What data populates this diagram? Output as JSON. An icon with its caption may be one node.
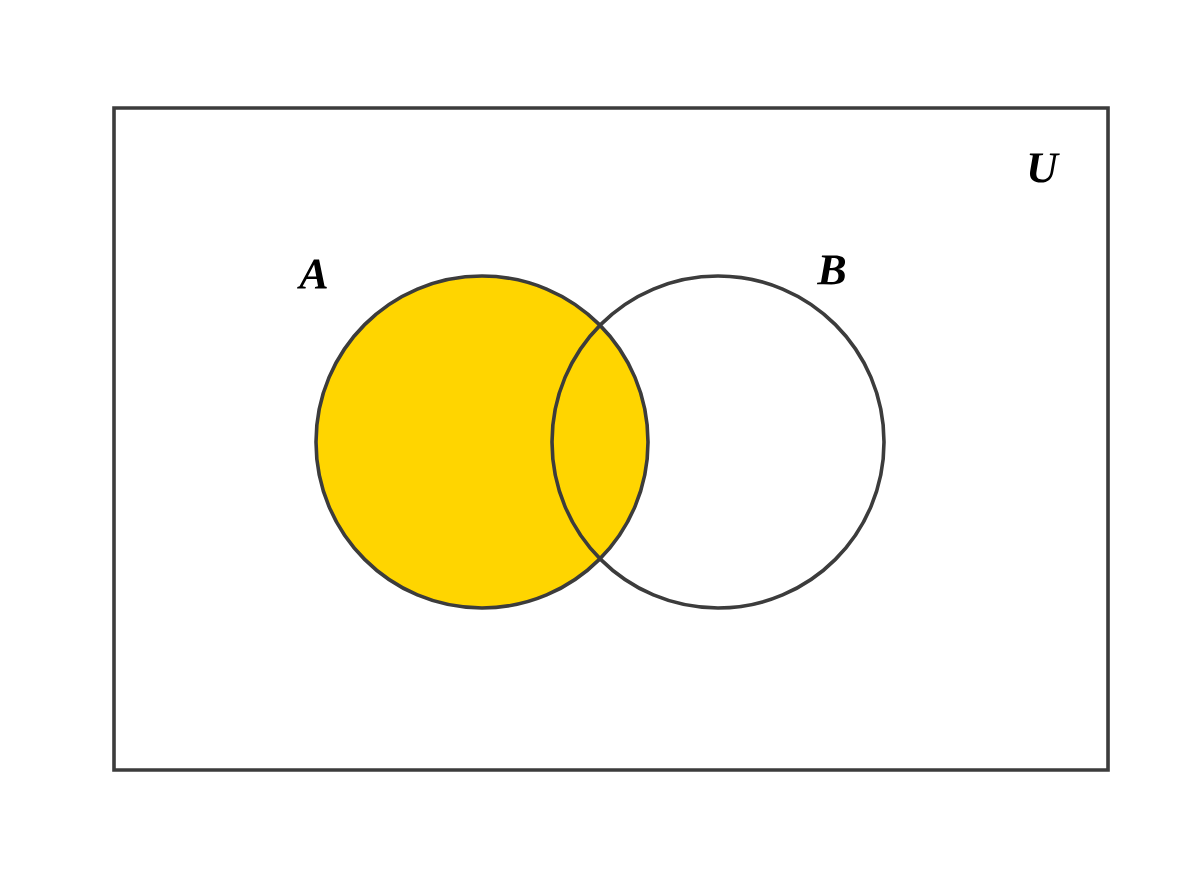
{
  "diagram": {
    "nodes": [
      {
        "text": [
          "U"
        ]
      },
      {
        "text": [
          "A"
        ],
        "in": 0
      },
      {
        "text": [
          "B"
        ],
        "in": 0
      }
    ]
  }
}
